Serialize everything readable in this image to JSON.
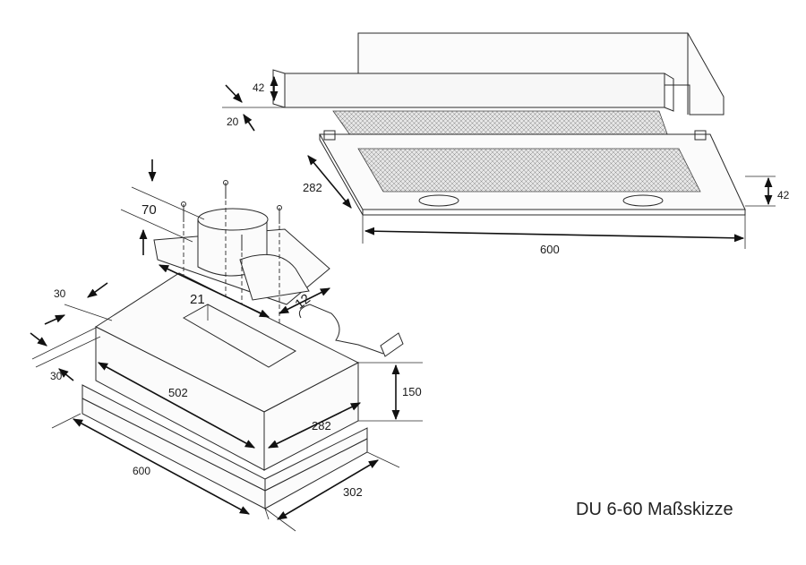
{
  "caption": "DU 6-60 Maßskizze",
  "assembled_view": {
    "front_panel_height": "42",
    "front_panel_offset": "20",
    "depth": "282",
    "width": "600",
    "body_height": "42"
  },
  "exploded_view": {
    "collar_height": "70",
    "top_offset_a": "30",
    "top_offset_b": "30",
    "duct_offset": "21",
    "duct_side": "12",
    "body_width": "502",
    "body_height": "150",
    "body_depth": "282",
    "panel_width": "600",
    "panel_depth": "302"
  }
}
